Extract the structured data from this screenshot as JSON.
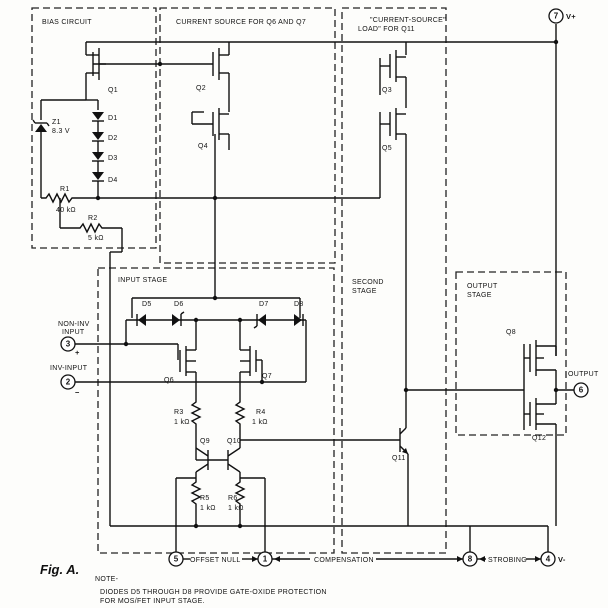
{
  "blocks": {
    "bias": "BIAS CIRCUIT",
    "current_source": "CURRENT SOURCE FOR Q6 AND Q7",
    "load_line1": "\"CURRENT-SOURCE\"",
    "load_line2": "LOAD\" FOR Q11",
    "input_stage": "INPUT STAGE",
    "second_line1": "SECOND",
    "second_line2": "STAGE",
    "output_line1": "OUTPUT",
    "output_line2": "STAGE"
  },
  "components": {
    "Q1": "Q1",
    "Q2": "Q2",
    "Q3": "Q3",
    "Q4": "Q4",
    "Q5": "Q5",
    "Q6": "Q6",
    "Q7": "Q7",
    "Q8": "Q8",
    "Q9": "Q9",
    "Q10": "Q10",
    "Q11": "Q11",
    "Q12": "Q12",
    "D1": "D1",
    "D2": "D2",
    "D3": "D3",
    "D4": "D4",
    "D5": "D5",
    "D6": "D6",
    "D7": "D7",
    "D8": "D8",
    "Z1": "Z1",
    "Z1_val": "8.3 V",
    "R1": "R1",
    "R1_val": "40 kΩ",
    "R2": "R2",
    "R2_val": "5 kΩ",
    "R3": "R3",
    "R3_val": "1 kΩ",
    "R4": "R4",
    "R4_val": "1 kΩ",
    "R5": "R5",
    "R5_val": "1 kΩ",
    "R6": "R6",
    "R6_val": "1 kΩ"
  },
  "terminals": {
    "vplus": {
      "num": "7",
      "label": "V+"
    },
    "noninv": {
      "num": "3",
      "label1": "NON-INV",
      "label2": "INPUT",
      "sign": "+"
    },
    "inv": {
      "num": "2",
      "label": "INV-INPUT",
      "sign": "−"
    },
    "output": {
      "num": "6",
      "label": "OUTPUT"
    },
    "offset": {
      "num": "5",
      "label": "OFFSET NULL"
    },
    "comp1": {
      "num": "1"
    },
    "compensation": {
      "label": "COMPENSATION"
    },
    "strobe": {
      "num": "8",
      "label": "STROBING"
    },
    "vminus": {
      "num": "4",
      "label": "V-"
    }
  },
  "figure": {
    "title": "Fig. A.",
    "note_title": "NOTE-",
    "note_line1": "DIODES D5 THROUGH D8 PROVIDE GATE-OXIDE PROTECTION",
    "note_line2": "FOR MOS/FET INPUT STAGE."
  }
}
